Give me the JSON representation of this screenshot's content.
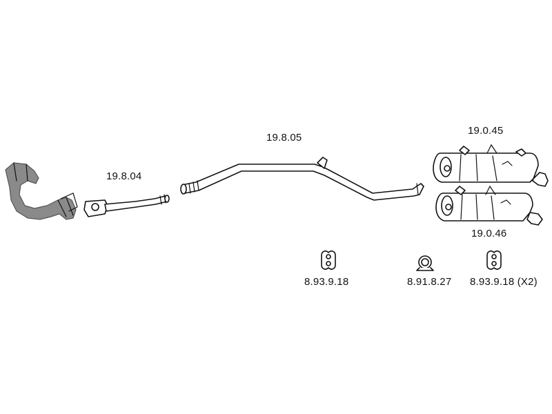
{
  "parts": [
    {
      "id": "front_pipe",
      "label": ""
    },
    {
      "id": "pipe_a",
      "label": "19.8.04"
    },
    {
      "id": "middle_pipe",
      "label": "19.8.05"
    },
    {
      "id": "rear_silencer_upper",
      "label": "19.0.45"
    },
    {
      "id": "rear_silencer_lower",
      "label": "19.0.46"
    },
    {
      "id": "mount_1",
      "label": "8.93.9.18"
    },
    {
      "id": "clamp",
      "label": "8.91.8.27"
    },
    {
      "id": "mount_2",
      "label": "8.93.9.18 (X2)"
    }
  ],
  "colors": {
    "line": "#111111",
    "fill": "#ffffff",
    "catalytic_grey": "#8a8a8a"
  }
}
